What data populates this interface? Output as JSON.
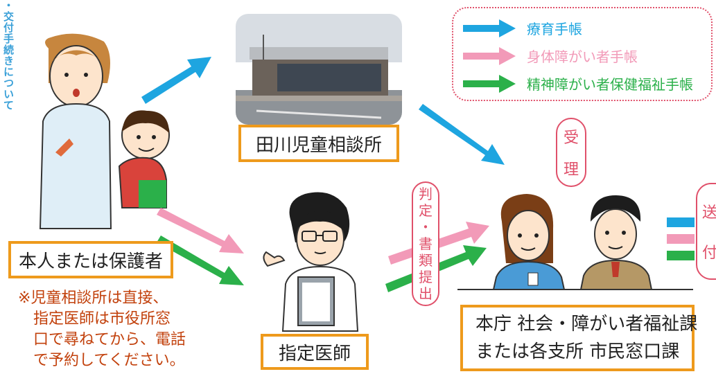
{
  "side_heading": "・交付手続きについて",
  "legend": {
    "items": [
      {
        "label": "療育手帳",
        "color": "#1ea5e0"
      },
      {
        "label": "身体障がい者手帳",
        "color": "#f29ab8"
      },
      {
        "label": "精神障がい者保健福祉手帳",
        "color": "#2bb04a"
      }
    ]
  },
  "nodes": {
    "applicant": "本人または保護者",
    "child_center": "田川児童相談所",
    "doctor": "指定医師",
    "office_line1": "本庁 社会・障がい者福祉課",
    "office_line2": "または各支所 市民窓口課"
  },
  "labels": {
    "receipt": [
      "受",
      "理"
    ],
    "judgment": [
      "判",
      "定",
      "・",
      "書",
      "類",
      "提",
      "出"
    ],
    "send": [
      "送",
      "付"
    ]
  },
  "note": {
    "lines": [
      "※児童相談所は直接、",
      "指定医師は市役所窓",
      "口で尋ねてから、電話",
      "で予約してください。"
    ]
  },
  "colors": {
    "accent_border": "#ee9a1c",
    "pill_border": "#e0506a",
    "note_text": "#c2410c"
  }
}
